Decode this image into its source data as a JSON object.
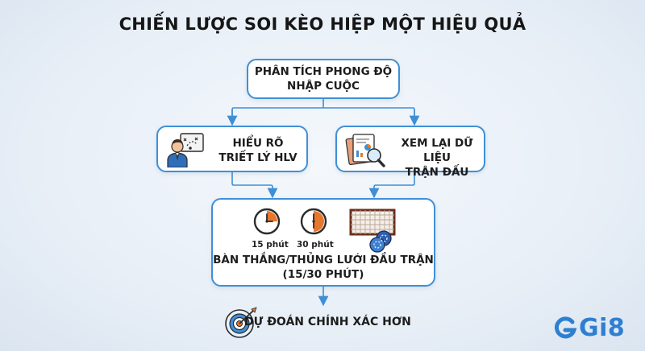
{
  "title": "CHIẾN LƯỢC SOI KÈO HIỆP MỘT HIỆU QUẢ",
  "nodes": {
    "analysis": {
      "line1": "PHÂN TÍCH PHONG ĐỘ",
      "line2": "NHẬP CUỘC"
    },
    "coach": {
      "line1": "HIỂU RÕ",
      "line2": "TRIẾT LÝ HLV",
      "icon": "coach-tactics-icon"
    },
    "data": {
      "line1": "XEM LẠI DỮ LIỆU",
      "line2": "TRẬN ĐẤU",
      "icon": "report-magnifier-icon"
    },
    "goals": {
      "time1": "15 phút",
      "time2": "30 phút",
      "line1": "BÀN THẮNG/THỦNG LƯỚI ĐẦU TRẬN",
      "line2": "(15/30 PHÚT)",
      "icons": [
        "clock-15-icon",
        "clock-30-icon",
        "goal-net-icon"
      ]
    },
    "result": {
      "label": "DỰ ĐOÁN CHÍNH XÁC HƠN",
      "icon": "target-arrow-icon"
    }
  },
  "brand": {
    "name": "Gi8",
    "color": "#2f7fd0"
  },
  "colors": {
    "accent": "#3f8fd6",
    "clock_orange": "#e8772e"
  }
}
